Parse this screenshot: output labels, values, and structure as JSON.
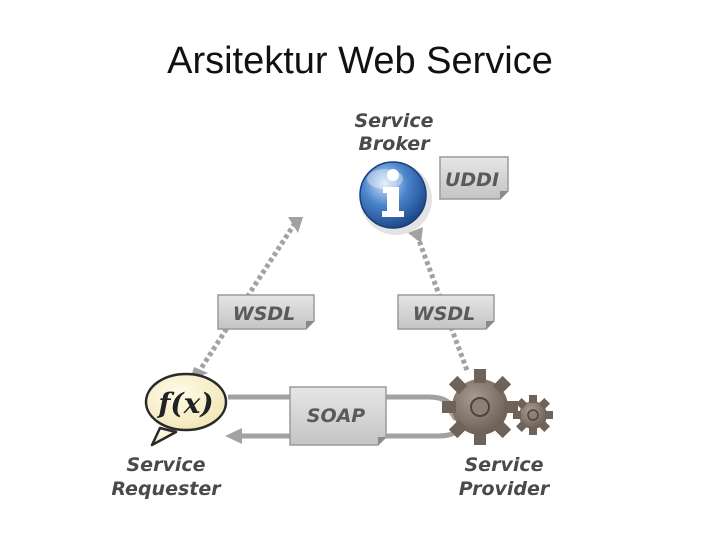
{
  "title": "Arsitektur Web Service",
  "broker": {
    "line1": "Service",
    "line2": "Broker",
    "icon": "info-icon"
  },
  "requester": {
    "line1": "Service",
    "line2": "Requester",
    "icon": "function-bubble-icon",
    "symbol": "f(x)"
  },
  "provider": {
    "line1": "Service",
    "line2": "Provider",
    "icon": "gears-icon"
  },
  "tags": {
    "uddi": "UDDI",
    "wsdl_left": "WSDL",
    "wsdl_right": "WSDL",
    "soap": "SOAP"
  },
  "colors": {
    "info_blue": "#2c64b0",
    "gear": "#7b6d63",
    "tag_fill": "#d4d4d4",
    "arrow": "#9a9a9a"
  }
}
